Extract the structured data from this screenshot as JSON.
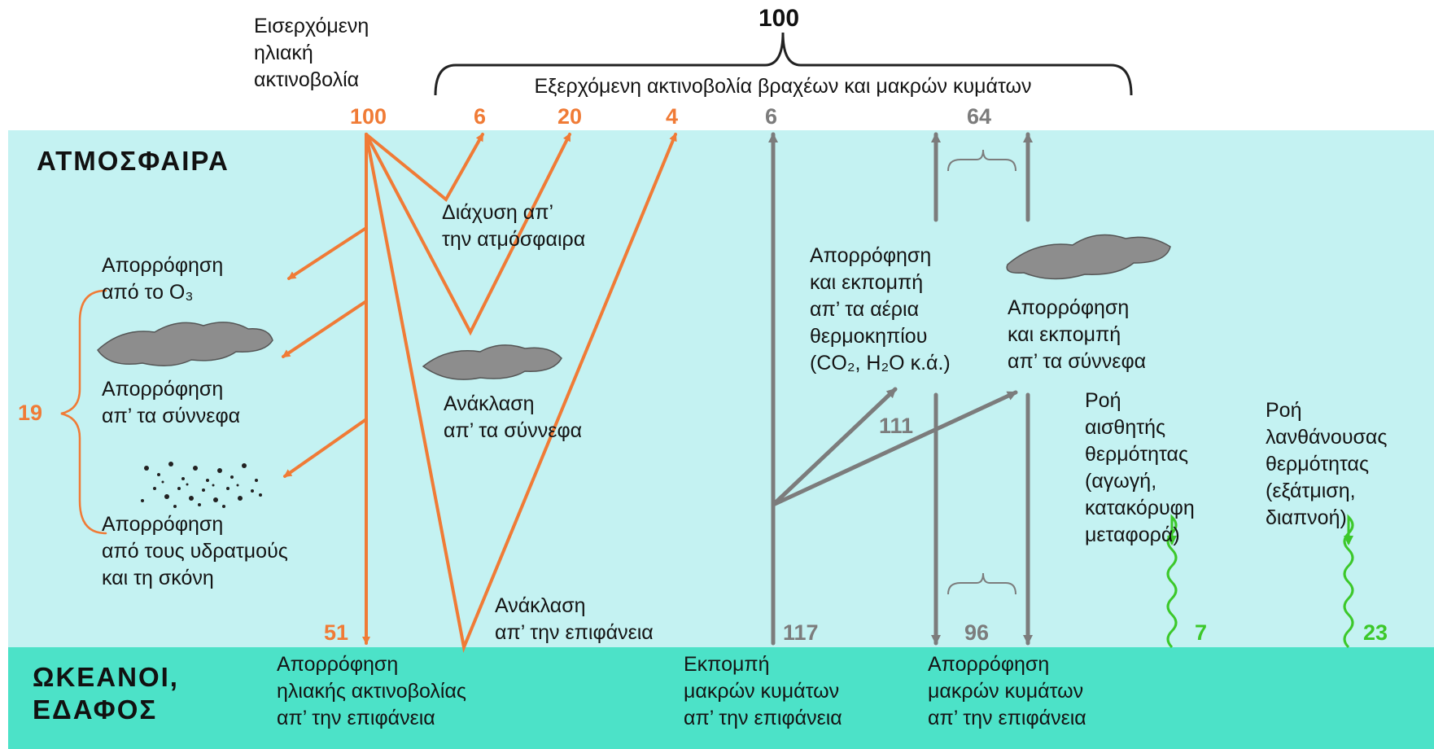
{
  "title_total": "100",
  "outgoing_label": "Εξερχόμενη ακτινοβολία βραχέων και μακρών κυμάτων",
  "incoming_label": "Εισερχόμενη\nηλιακή\nακτινοβολία",
  "zones": {
    "atmosphere": "ΑΤΜΟΣΦΑΙΡΑ",
    "surface": "ΩΚΕΑΝΟΙ,\nΕΔΑΦΟΣ"
  },
  "values": {
    "incoming": "100",
    "scatter_out": "6",
    "cloud_reflect_out": "20",
    "surface_reflect_out": "4",
    "longwave_window": "6",
    "longwave_out": "64",
    "atmos_absorb_total": "19",
    "surface_absorb_solar": "51",
    "surface_emission": "117",
    "greenhouse_absorb": "111",
    "back_radiation": "96",
    "sensible_heat": "7",
    "latent_heat": "23"
  },
  "labels": {
    "ozone": "Απορρόφηση\nαπό το O₃",
    "clouds_abs": "Απορρόφηση\nαπ’ τα σύννεφα",
    "vapor_dust": "Απορρόφηση\nαπό τους υδρατμούς\nκαι τη σκόνη",
    "scatter": "Διάχυση απ’\nτην ατμόσφαιρα",
    "cloud_reflect": "Ανάκλαση\nαπ’ τα σύννεφα",
    "surface_reflect": "Ανάκλαση\nαπ’ την επιφάνεια",
    "greenhouse": "Απορρόφηση\nκαι εκπομπή\nαπ’ τα αέρια\nθερμοκηπίου\n(CO₂, H₂O κ.ά.)",
    "cloud_emit": "Απορρόφηση\nκαι εκπομπή\nαπ’ τα σύννεφα",
    "sensible": "Ροή\nαισθητής\nθερμότητας\n(αγωγή,\nκατακόρυφη\nμεταφορά)",
    "latent": "Ροή\nλανθάνουσας\nθερμότητας\n(εξάτμιση,\nδιαπνοή)",
    "surf_abs_solar": "Απορρόφηση\nηλιακής ακτινοβολίας\nαπ’ την επιφάνεια",
    "surf_emit_lw": "Εκπομπή\nμακρών κυμάτων\nαπ’ την επιφάνεια",
    "surf_abs_lw": "Απορρόφηση\nμακρών κυμάτων\nαπ’ την επιφάνεια"
  },
  "colors": {
    "shortwave": "#f07b36",
    "longwave": "#7c7c7c",
    "heat_flux": "#3cc82a",
    "atmosphere_bg": "#c4f2f2",
    "surface_bg": "#4ce2c8"
  }
}
